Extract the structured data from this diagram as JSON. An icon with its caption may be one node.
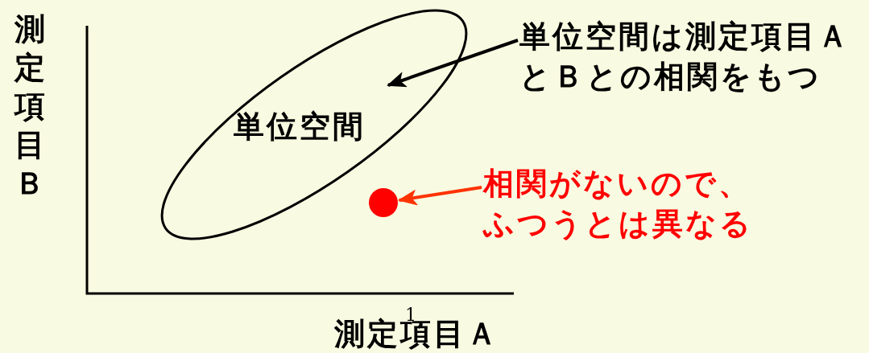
{
  "diagram": {
    "nodes": [
      {
        "text": [
          "単位空間"
        ]
      },
      {
        "text": [
          "単位空間は測定項目ＡとＢとの相関をもつ"
        ]
      },
      {
        "text": [],
        "shape": "circle"
      },
      {
        "text": [
          "相関がないので、ふつうとは異なる"
        ]
      }
    ],
    "edges": [
      {
        "from": 1,
        "to": 0,
        "arrow": "to"
      },
      {
        "from": 3,
        "to": 2,
        "arrow": "to",
        "color": "#ff3300"
      }
    ],
    "labels": [
      "測定項目Ｂ",
      "1",
      "測定項目Ａ"
    ]
  }
}
